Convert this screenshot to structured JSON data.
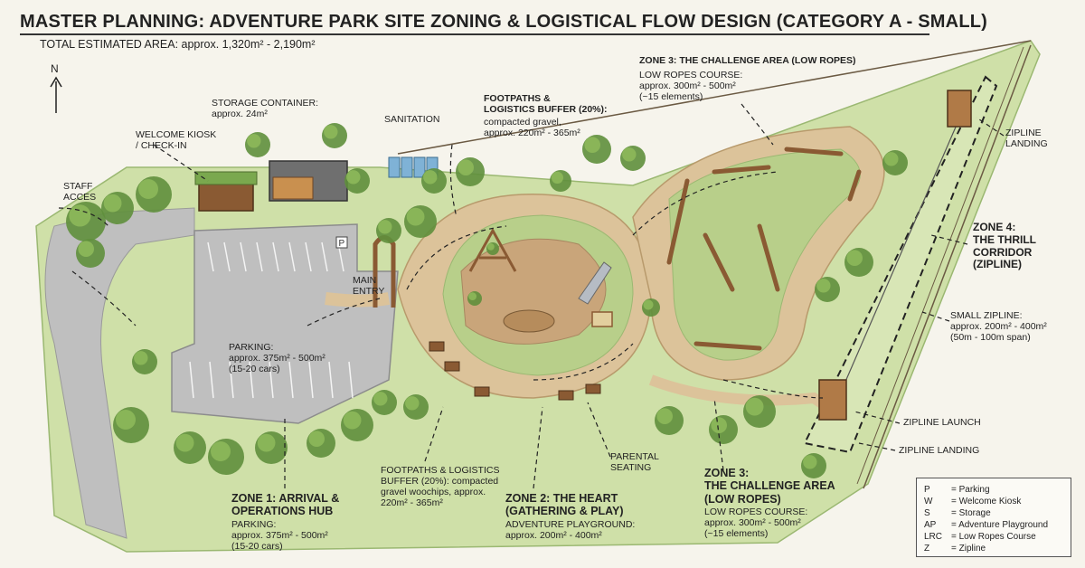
{
  "header": {
    "title": "MASTER PLANNING: ADVENTURE PARK SITE ZONING & LOGISTICAL FLOW DESIGN (CATEGORY A - SMALL)",
    "subtitle": "TOTAL ESTIMATED AREA: approx. 1,320m² - 2,190m²"
  },
  "compass": {
    "label": "N"
  },
  "labels": {
    "staff_access": [
      "STAFF",
      "ACCES"
    ],
    "welcome_kiosk": [
      "WELCOME KIOSK",
      "/ CHECK-IN"
    ],
    "storage": [
      "STORAGE CONTAINER:",
      "approx. 24m²"
    ],
    "sanitation": [
      "SANITATION"
    ],
    "main_entry": [
      "MAIN",
      "ENTRY"
    ],
    "parking": [
      "PARKING:",
      "approx. 375m² - 500m²",
      "(15-20 cars)"
    ],
    "footpaths_top_title": [
      "FOOTPATHS &",
      "LOGISTICS BUFFER (20%):"
    ],
    "footpaths_top_detail": [
      "compacted gravel,",
      "approx. 220m² - 365m²"
    ],
    "zone3_top_title": [
      "ZONE 3: THE CHALLENGE AREA (LOW ROPES)"
    ],
    "zone3_top_detail": [
      "LOW ROPES COURSE:",
      "approx. 300m² - 500m²",
      "(~15 elements)"
    ],
    "zipline_landing_top": [
      "ZIPLINE",
      "LANDING"
    ],
    "zone4_title": [
      "ZONE 4:",
      "THE THRILL",
      "CORRIDOR",
      "(ZIPLINE)"
    ],
    "small_zipline": [
      "SMALL ZIPLINE:",
      "approx. 200m² - 400m²",
      "(50m - 100m span)"
    ],
    "zipline_launch": [
      "ZIPLINE LAUNCH"
    ],
    "zipline_landing_bottom": [
      "ZIPLINE LANDING"
    ],
    "zone1_title": [
      "ZONE 1: ARRIVAL &",
      "OPERATIONS HUB"
    ],
    "zone1_detail": [
      "PARKING:",
      "approx. 375m² - 500m²",
      "(15-20 cars)"
    ],
    "footpaths_bottom": [
      "FOOTPATHS & LOGISTICS",
      "BUFFER (20%): compacted",
      "gravel woochips, approx.",
      "220m² - 365m²"
    ],
    "zone2_title": [
      "ZONE 2: THE HEART",
      "(GATHERING & PLAY)"
    ],
    "zone2_detail": [
      "ADVENTURE PLAYGROUND:",
      "approx. 200m² - 400m²"
    ],
    "parental_seating": [
      "PARENTAL",
      "SEATING"
    ],
    "zone3_bottom_title": [
      "ZONE 3:",
      "THE CHALLENGE AREA",
      "(LOW ROPES)"
    ],
    "zone3_bottom_detail": [
      "LOW ROPES COURSE:",
      "approx. 300m² - 500m²",
      "(~15 elements)"
    ],
    "parking_sign": "P"
  },
  "legend": [
    {
      "abbr": "P",
      "text": "= Parking"
    },
    {
      "abbr": "W",
      "text": "= Welcome Kiosk"
    },
    {
      "abbr": "S",
      "text": "= Storage"
    },
    {
      "abbr": "AP",
      "text": "= Adventure Playground"
    },
    {
      "abbr": "LRC",
      "text": "= Low Ropes Course"
    },
    {
      "abbr": "Z",
      "text": "= Zipline"
    }
  ],
  "colors": {
    "paper": "#f6f4ec",
    "grass": "#cfe0a8",
    "grass_dark": "#a9c67e",
    "tree": "#5f8f3c",
    "tree_light": "#8db85a",
    "path": "#dcc39a",
    "dirt": "#c9a57a",
    "asphalt": "#bfbfbf",
    "wood": "#8a5a33",
    "toilet": "#7fb2d6",
    "roof_green": "#7aa84e",
    "container": "#6f6f6f",
    "ink": "#222222"
  }
}
